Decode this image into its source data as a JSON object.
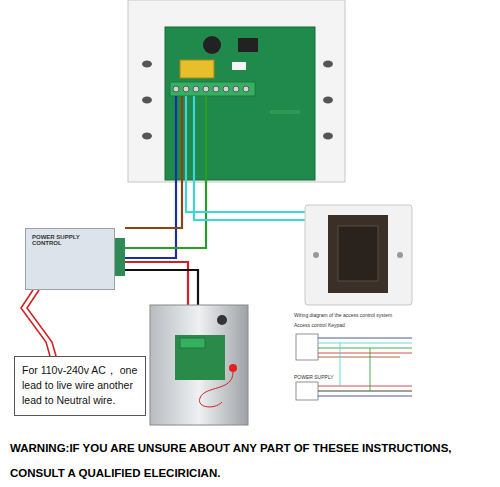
{
  "diagram": {
    "nodes": [
      {
        "text": [
          "POWER SUPPLY CONTROL"
        ]
      },
      {
        "text": [
          "For 110v-240v AC， one lead to live wire another lead to Neutral wire."
        ]
      },
      {
        "text": [
          "Wiring diagram of the access control system",
          "Access control Keypad",
          "POWER SUPPLY"
        ]
      }
    ],
    "edges": [
      {
        "from": 0,
        "to": 1,
        "arrow": "none"
      }
    ],
    "labels": [
      "WARNING:IF YOU ARE UNSURE ABOUT ANY PART OF THESEE INSTRUCTIONS, CONSULT A QUALIFIED ELECIRICIAN."
    ]
  }
}
